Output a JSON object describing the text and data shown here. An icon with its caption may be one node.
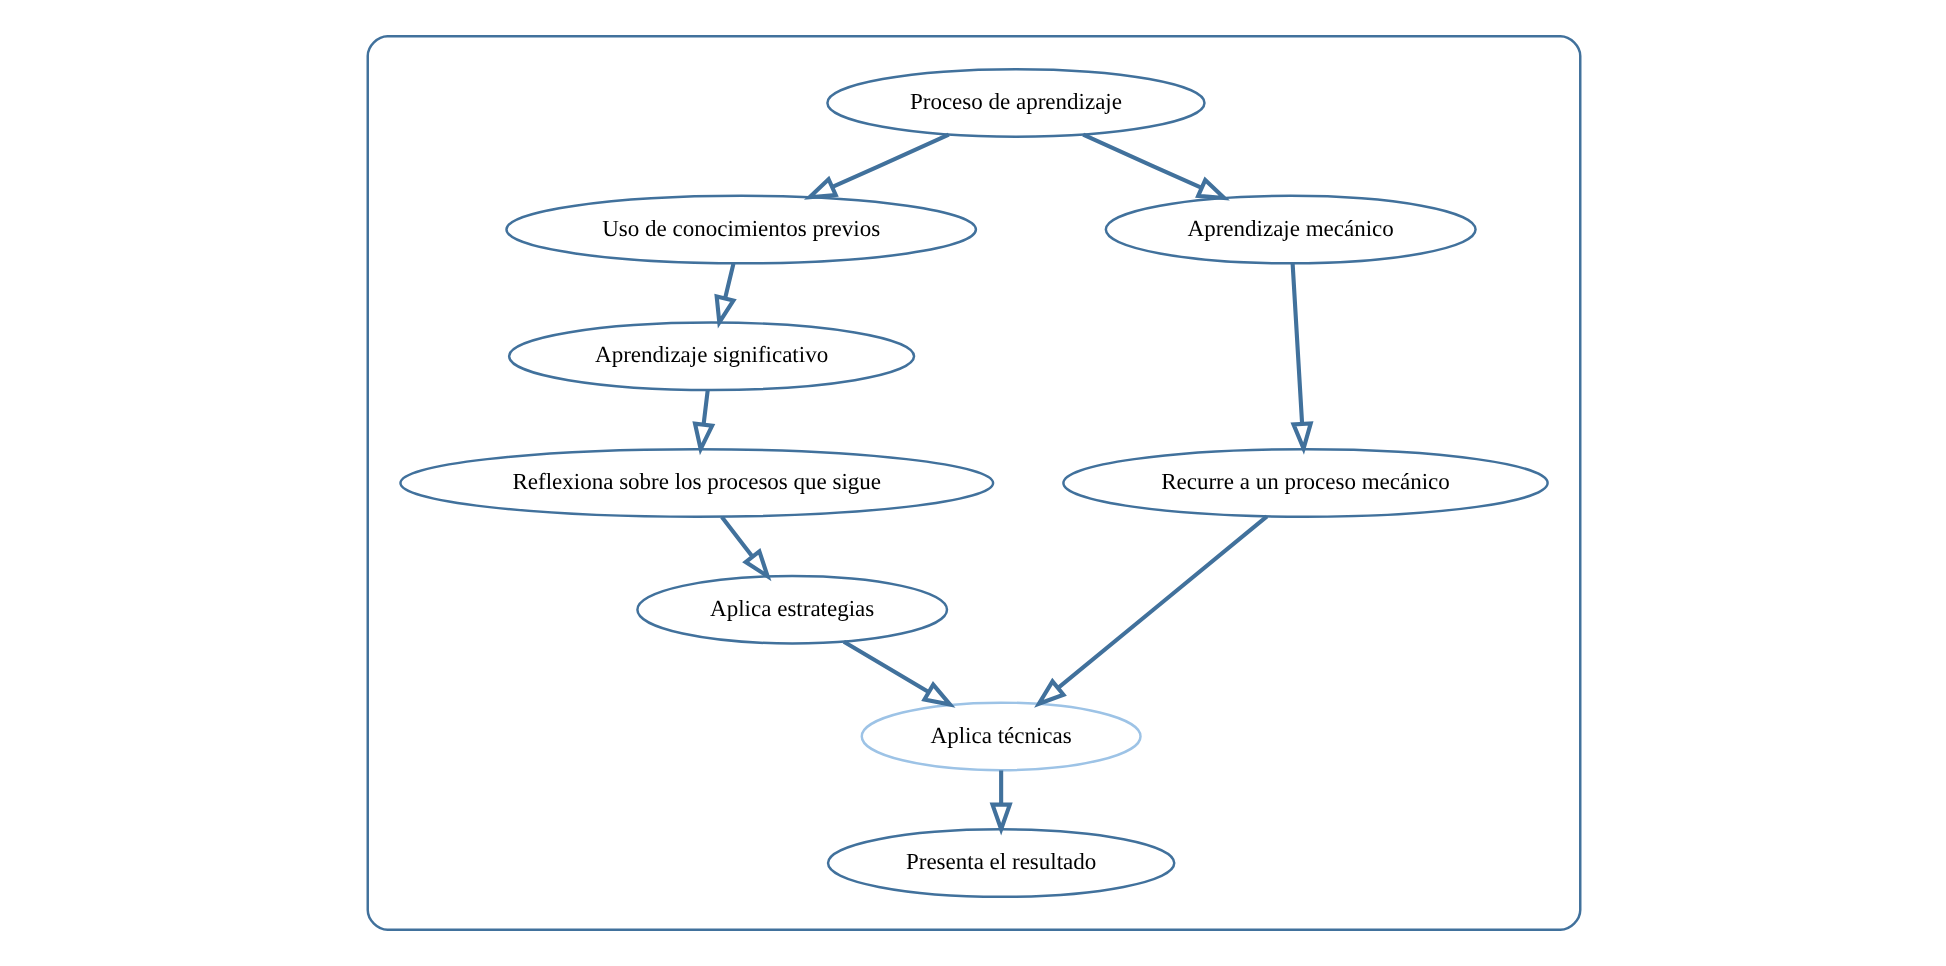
{
  "diagram": {
    "nodes": [
      {
        "text": [],
        "shape": "box"
      },
      {
        "text": [
          "Proceso de aprendizaje"
        ],
        "in": 0
      },
      {
        "text": [
          "Uso de conocimientos previos"
        ],
        "in": 0
      },
      {
        "text": [
          "Aprendizaje mecánico"
        ],
        "in": 0
      },
      {
        "text": [
          "Aprendizaje significativo"
        ],
        "in": 0
      },
      {
        "text": [
          "Recurre a un proceso mecánico"
        ],
        "in": 0
      },
      {
        "text": [
          "Aplica estrategias"
        ],
        "in": 0
      },
      {
        "text": [
          "Reflexiona sobre los procesos que sigue"
        ],
        "in": 0
      },
      {
        "text": [
          "Aplica técnicas"
        ],
        "in": 0
      },
      {
        "text": [
          "Presenta el resultado"
        ],
        "in": 0
      }
    ],
    "edges": [
      {
        "from": 1,
        "to": 2,
        "arrow": "to"
      },
      {
        "from": 1,
        "to": 3,
        "arrow": "to"
      },
      {
        "from": 2,
        "to": 4,
        "arrow": "to"
      },
      {
        "from": 3,
        "to": 5,
        "arrow": "to"
      },
      {
        "from": 4,
        "to": 7,
        "arrow": "to"
      },
      {
        "from": 7,
        "to": 6,
        "arrow": "to"
      },
      {
        "from": 6,
        "to": 8,
        "arrow": "to"
      },
      {
        "from": 5,
        "to": 8,
        "arrow": "to"
      },
      {
        "from": 8,
        "to": 9,
        "arrow": "to"
      }
    ]
  }
}
